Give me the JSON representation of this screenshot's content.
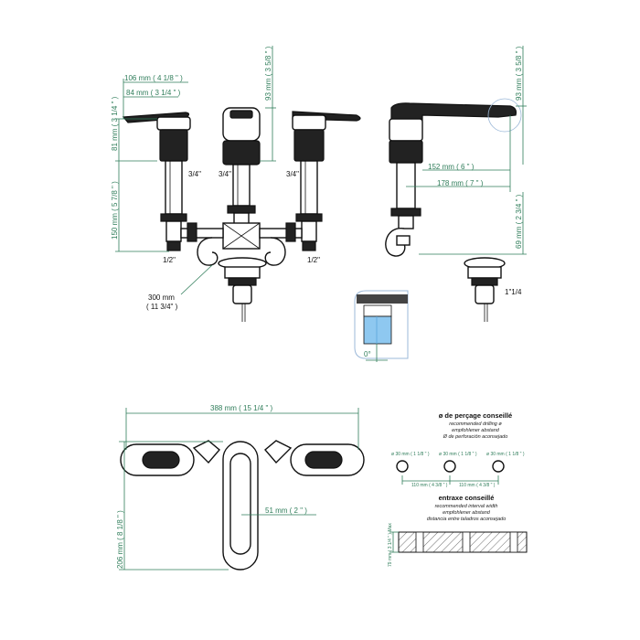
{
  "dims": {
    "d106": "106 mm ( 4 1/8 \" )",
    "d84": "84 mm ( 3 1/4 \" )",
    "d93a": "93 mm ( 3 5/8 \" )",
    "d81": "81 mm ( 3 1/4 \" )",
    "d150": "150 mm ( 5 7/8 \" )",
    "d300a": "300 mm",
    "d300b": "( 11 3/4\" )",
    "d93b": "93 mm ( 3 5/8 \" )",
    "d152": "152 mm ( 6 \" )",
    "d178": "178 mm ( 7 \" )",
    "d69": "69 mm ( 2 3/4 \" )",
    "d388": "388 mm ( 15 1/4 \" )",
    "d206": "206 mm ( 8 1/8 \" )",
    "d51": "51 mm ( 2 \" )",
    "d0": "0°"
  },
  "threads": {
    "t34a": "3/4\"",
    "t34b": "3/4\"",
    "t34c": "3/4\"",
    "t12a": "1/2\"",
    "t12b": "1/2\"",
    "t114": "1\"1/4"
  },
  "drilling": {
    "title": "ø de perçage conseillé",
    "sub1": "recommended drilling ø",
    "sub2": "empfohlener abstand",
    "sub3": "Ø de perforación aconsejado",
    "hole1": "ø 30 mm ( 1 1/8 \" )",
    "hole2": "ø 30 mm ( 1 1/8 \" )",
    "hole3": "ø 30 mm ( 1 1/8 \" )",
    "space1": "110 mm ( 4 3/8 \" )",
    "space2": "110 mm ( 4 3/8 \" )"
  },
  "interval": {
    "title": "entraxe conseillé",
    "sub1": "recommended interval width",
    "sub2": "empfohlener abstand",
    "sub3": "distancia entre taladros aconsejado",
    "side": "79 mm ( 3 1/4 \" ) Max"
  }
}
